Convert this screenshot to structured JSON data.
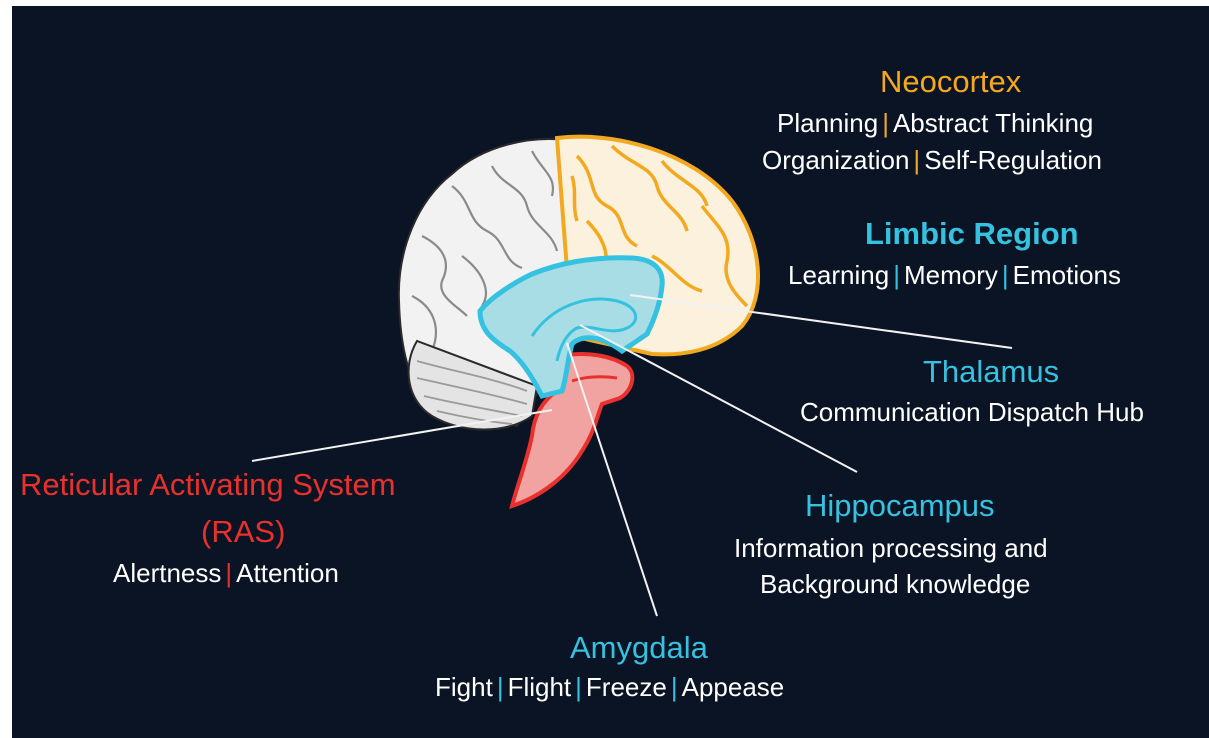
{
  "colors": {
    "background": "#0b1424",
    "neocortex": "#f3a91f",
    "limbic": "#35c1e0",
    "ras": "#e8312c",
    "text": "#ffffff",
    "brain_white": "#f2f2f2",
    "limbic_fill": "#a9dde6",
    "brainstem_fill": "#f1a3a1"
  },
  "separator": "|",
  "neocortex": {
    "title": "Neocortex",
    "line1": [
      "Planning",
      "Abstract Thinking"
    ],
    "line2": [
      "Organization",
      "Self-Regulation"
    ]
  },
  "limbic": {
    "title": "Limbic Region",
    "line1": [
      "Learning",
      "Memory",
      "Emotions"
    ]
  },
  "thalamus": {
    "title": "Thalamus",
    "description": "Communication Dispatch Hub"
  },
  "hippocampus": {
    "title": "Hippocampus",
    "line1": "Information processing and",
    "line2": "Background knowledge"
  },
  "ras": {
    "title_line1": "Reticular Activating System",
    "title_line2": "(RAS)",
    "line1": [
      "Alertness",
      "Attention"
    ]
  },
  "amygdala": {
    "title": "Amygdala",
    "line1": [
      "Fight",
      "Flight",
      "Freeze",
      "Appease"
    ]
  }
}
